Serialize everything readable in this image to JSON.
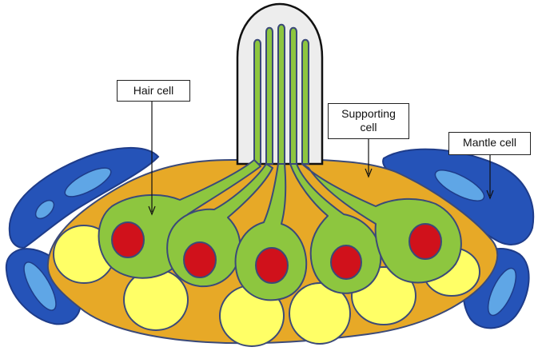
{
  "labels": {
    "hair_cell": "Hair cell",
    "supporting_cell": "Supporting cell",
    "mantle_cell": "Mantle cell"
  },
  "colors": {
    "mantle": "#2553B8",
    "mantle_nucleus": "#5FA6E6",
    "supporting": "#E7A927",
    "supporting_nucleus": "#FFFF66",
    "hair_cell": "#8DC63F",
    "hair_nucleus": "#D0111B",
    "outline": "#3B4A78",
    "cupula": "#EDEDED"
  }
}
